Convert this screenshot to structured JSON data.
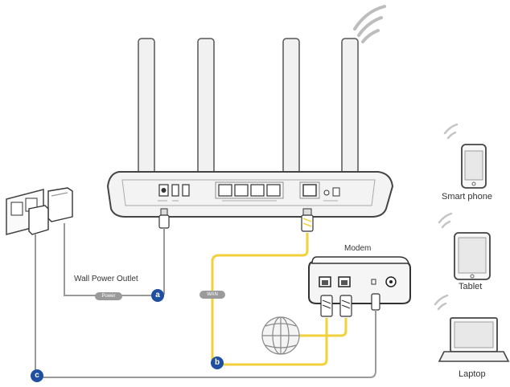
{
  "labels": {
    "smart_phone": "Smart phone",
    "tablet": "Tablet",
    "laptop": "Laptop",
    "modem": "Modem",
    "wall_power_outlet": "Wall Power Outlet"
  },
  "cable_tags": {
    "power": "Power",
    "wan": "WAN"
  },
  "badges": {
    "a": "a",
    "b": "b",
    "c": "c"
  },
  "colors": {
    "badge": "#1f4fa0",
    "ethernet_cable": "#f2d23c",
    "power_cable": "#9a9a9a",
    "device_outline": "#555555",
    "device_fill": "#f4f4f4",
    "wifi_waves": "#bdbdbd"
  }
}
